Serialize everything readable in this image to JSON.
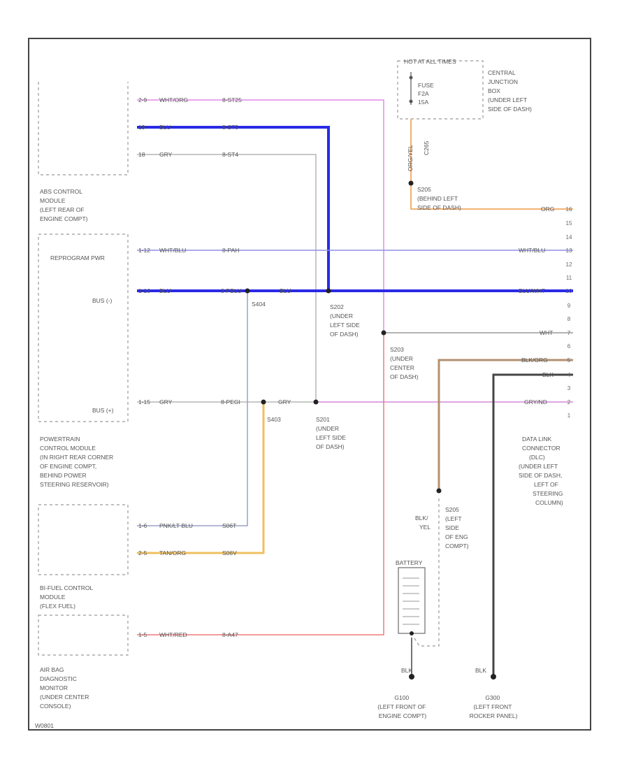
{
  "colors": {
    "wht_org": "#e08be8",
    "blu": "#2a2ae6",
    "gry": "#aaaaaa",
    "wht_blu": "#8d8de8",
    "pnk_ltblu": "#9aa0c8",
    "tan_org": "#f0c060",
    "wht_red": "#f07a7a",
    "org_yel": "#f3a860",
    "brn_org": "#b39070",
    "blk": "#444444",
    "gry_pnk": "#d38ad8",
    "frame": "#444444",
    "text": "#555555",
    "splice": "#222222"
  },
  "modules": {
    "abs": [
      "ABS CONTROL",
      "MODULE",
      "(LEFT REAR OF",
      "ENGINE COMPT)"
    ],
    "pcm": [
      "POWERTRAIN",
      "CONTROL MODULE",
      "(IN RIGHT REAR CORNER",
      "OF ENGINE COMPT,",
      "BEHIND POWER",
      "STEERING RESERVOIR)"
    ],
    "pcm_inner": "REPROGRAM PWR",
    "pcm_bus_minus": "BUS (-)",
    "pcm_bus_plus": "BUS (+)",
    "bifuel": [
      "BI-FUEL CONTROL",
      "MODULE",
      "(FLEX FUEL)"
    ],
    "airbag": [
      "AIR BAG",
      "DIAGNOSTIC",
      "MONITOR",
      "(UNDER CENTER",
      "CONSOLE)"
    ],
    "cjb": [
      "CENTRAL",
      "JUNCTION",
      "BOX",
      "(UNDER LEFT",
      "SIDE OF DASH)"
    ],
    "hot_at_all_times": "HOT AT ALL TIMES",
    "fuse": [
      "FUSE",
      "F2A",
      "15A"
    ],
    "dlc": [
      "DATA LINK",
      "CONNECTOR",
      "(DLC)",
      "(UNDER LEFT",
      "SIDE OF DASH,",
      "LEFT OF",
      "STEERING",
      "COLUMN)"
    ]
  },
  "wires": {
    "abs1": {
      "pin": "2-9",
      "color": "WHT/ORG",
      "circuit": "8-ST25"
    },
    "abs2": {
      "pin": "19",
      "color": "BLU",
      "circuit": "8-ST5"
    },
    "abs3": {
      "pin": "18",
      "color": "GRY",
      "circuit": "8-ST4"
    },
    "pcm1": {
      "pin": "1-12",
      "color": "WHT/BLU",
      "circuit": "8-PAH",
      "dlc_color": "WHT/BLU"
    },
    "pcm2": {
      "pin": "1-16",
      "color": "BLU",
      "circuit": "8-PBLU",
      "mid_color": "BLU",
      "dlc_color": "BLU/WHT"
    },
    "pcm3": {
      "pin": "1-15",
      "color": "GRY",
      "circuit": "8-PEGI",
      "mid_color": "GRY",
      "dlc_color": "GRY/ND"
    },
    "bifuel1": {
      "pin": "1-6",
      "color": "PNK/LT BLU",
      "circuit": "S06T"
    },
    "bifuel2": {
      "pin": "2-5",
      "color": "TAN/ORG",
      "circuit": "S06V"
    },
    "airbag1": {
      "pin": "1-5",
      "color": "WHT/RED",
      "circuit": "8-A47"
    },
    "dlc_org": {
      "color": "ORG/YEL",
      "dlc_color": "ORG"
    },
    "dlc_wht": {
      "color": "WHT"
    },
    "dlc_brn": {
      "color": "BLK/ORG"
    },
    "dlc_blk": {
      "color": "BLK"
    },
    "gnd1_color": "BLK",
    "gnd2_color": "BLK",
    "bat_color": [
      "BLK/",
      "YEL"
    ],
    "c265": "C265"
  },
  "splices": {
    "s205": [
      "S205",
      "(BEHIND LEFT",
      "SIDE OF DASH)"
    ],
    "s202": [
      "S202",
      "(UNDER",
      "LEFT SIDE",
      "OF DASH)"
    ],
    "s203": [
      "S203",
      "(UNDER",
      "CENTER",
      "OF DASH)"
    ],
    "s201": [
      "S201",
      "(UNDER",
      "LEFT SIDE",
      "OF DASH)"
    ],
    "s205b": [
      "S205",
      "(LEFT",
      "SIDE",
      "OF ENG",
      "COMPT)"
    ],
    "s404": "S404",
    "s403": "S403"
  },
  "dlc_pins": [
    "16",
    "15",
    "14",
    "13",
    "12",
    "11",
    "10",
    "9",
    "8",
    "7",
    "6",
    "5",
    "4",
    "3",
    "2",
    "1"
  ],
  "grounds": {
    "g100": [
      "G100",
      "(LEFT FRONT OF",
      "ENGINE COMPT)"
    ],
    "g300": [
      "G300",
      "(LEFT FRONT",
      "ROCKER PANEL)"
    ]
  },
  "battery": "BATTERY",
  "footer_id": "W0801"
}
